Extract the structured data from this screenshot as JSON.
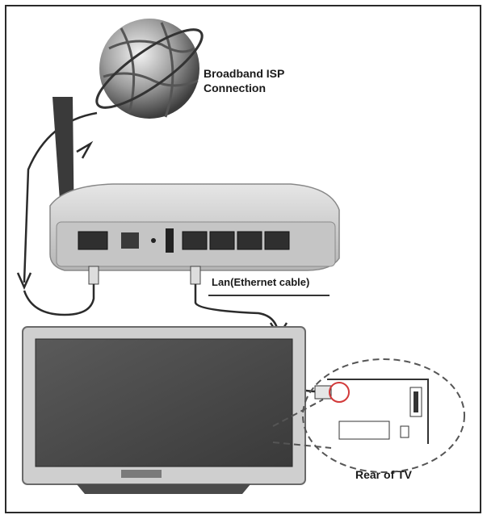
{
  "labels": {
    "isp_line1": "Broadband ISP",
    "isp_line2": "Connection",
    "lan": "Lan(Ethernet cable)",
    "rear_tv": "Rear of TV"
  },
  "colors": {
    "frame": "#2a2a2a",
    "cable": "#2b2b2b",
    "router_body": "#cfcfcf",
    "router_panel": "#9a9a9a",
    "tv_bezel": "#c8c8c8",
    "tv_screen": "#4a4a4a",
    "highlight_circle": "#d23a3a"
  },
  "icons": [
    "globe-icon",
    "router-icon",
    "antenna-icon",
    "tv-icon",
    "tv-rear-panel-icon",
    "ethernet-plug-icon"
  ]
}
